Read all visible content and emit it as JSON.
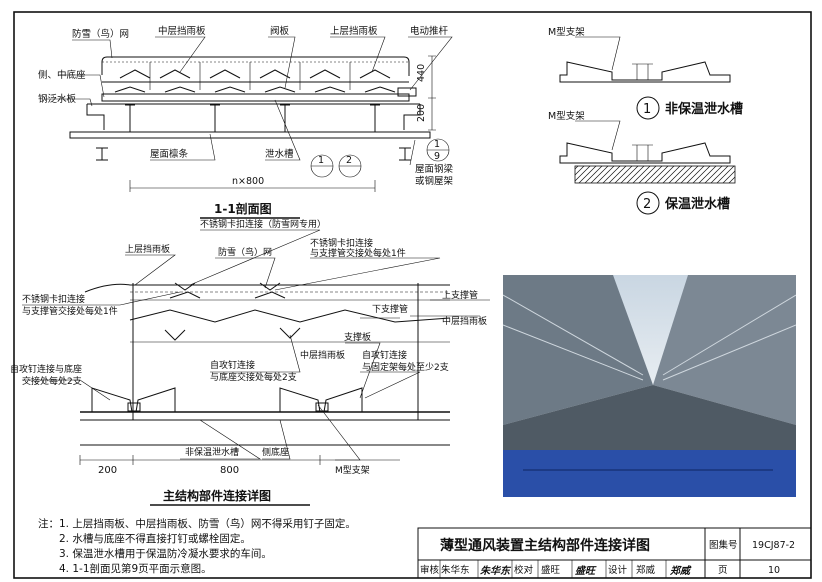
{
  "section_1_1": {
    "title": "1-1剖面图",
    "labels": {
      "snow_net": "防雪（鸟）网",
      "mid_baffle": "中层挡雨板",
      "valve": "阀板",
      "upper_baffle": "上层挡雨板",
      "actuator": "电动推杆",
      "side_mid_base": "侧、中底座",
      "steel_flashing": "钢泛水板",
      "purlin": "屋面檩条",
      "drain": "泄水槽",
      "roof_beam": "屋面钢梁\n或钢屋架"
    },
    "dims": {
      "d440": "440",
      "d200": "200",
      "span": "n×800"
    },
    "callouts": [
      {
        "num": "1",
        "den": "—"
      },
      {
        "num": "2",
        "den": "—"
      },
      {
        "num": "1",
        "den": "9"
      }
    ]
  },
  "drain_types": {
    "m_bracket": "M型支架",
    "type1_num": "1",
    "type1_label": "非保温泄水槽",
    "type2_num": "2",
    "type2_label": "保温泄水槽"
  },
  "detail": {
    "title": "主结构部件连接详图",
    "labels": {
      "clip_snow": "不锈钢卡扣连接（防雪网专用）",
      "upper_baffle": "上层挡雨板",
      "snow_net": "防雪（鸟）网",
      "clip_support_r1": "不锈钢卡扣连接",
      "clip_support_r2": "与支撑管交接处每处1件",
      "clip_left_1": "不锈钢卡扣连接",
      "clip_left_2": "与支撑管交接处每处1件",
      "upper_pipe": "上支撑管",
      "lower_pipe": "下支撑管",
      "mid_baffle_r": "中层挡雨板",
      "mid_baffle_c": "中层挡雨板",
      "bracket": "支撑板",
      "screw_fix_1": "自攻钉连接",
      "screw_fix_2": "与固定架每处至少2支",
      "screw_base_1": "自攻钉连接",
      "screw_base_2": "与底座交接处每处2支",
      "screw_left_1": "自攻钉连接与底座",
      "screw_left_2": "交接处每处2支",
      "non_insul": "非保温泄水槽",
      "side_base": "侧底座",
      "m_bracket": "M型支架"
    },
    "dims": {
      "d200": "200",
      "d800": "800"
    }
  },
  "notes": {
    "prefix": "注：",
    "items": [
      "1. 上层挡雨板、中层挡雨板、防雪（鸟）网不得采用钉子固定。",
      "2. 水槽与底座不得直接打钉或螺栓固定。",
      "3. 保温泄水槽用于保温防冷凝水要求的车间。",
      "4. 1-1剖面见第9页平面示意图。"
    ]
  },
  "title_block": {
    "title": "薄型通风装置主结构部件连接详图",
    "atlas_label": "图集号",
    "atlas_no": "19CJ87-2",
    "review_label": "审核",
    "reviewer": "朱华东",
    "reviewer_sig": "朱华东",
    "check_label": "校对",
    "checker": "盛旺",
    "checker_sig": "盛旺",
    "design_label": "设计",
    "designer": "郑威",
    "designer_sig": "郑威",
    "page_label": "页",
    "page_no": "10"
  }
}
